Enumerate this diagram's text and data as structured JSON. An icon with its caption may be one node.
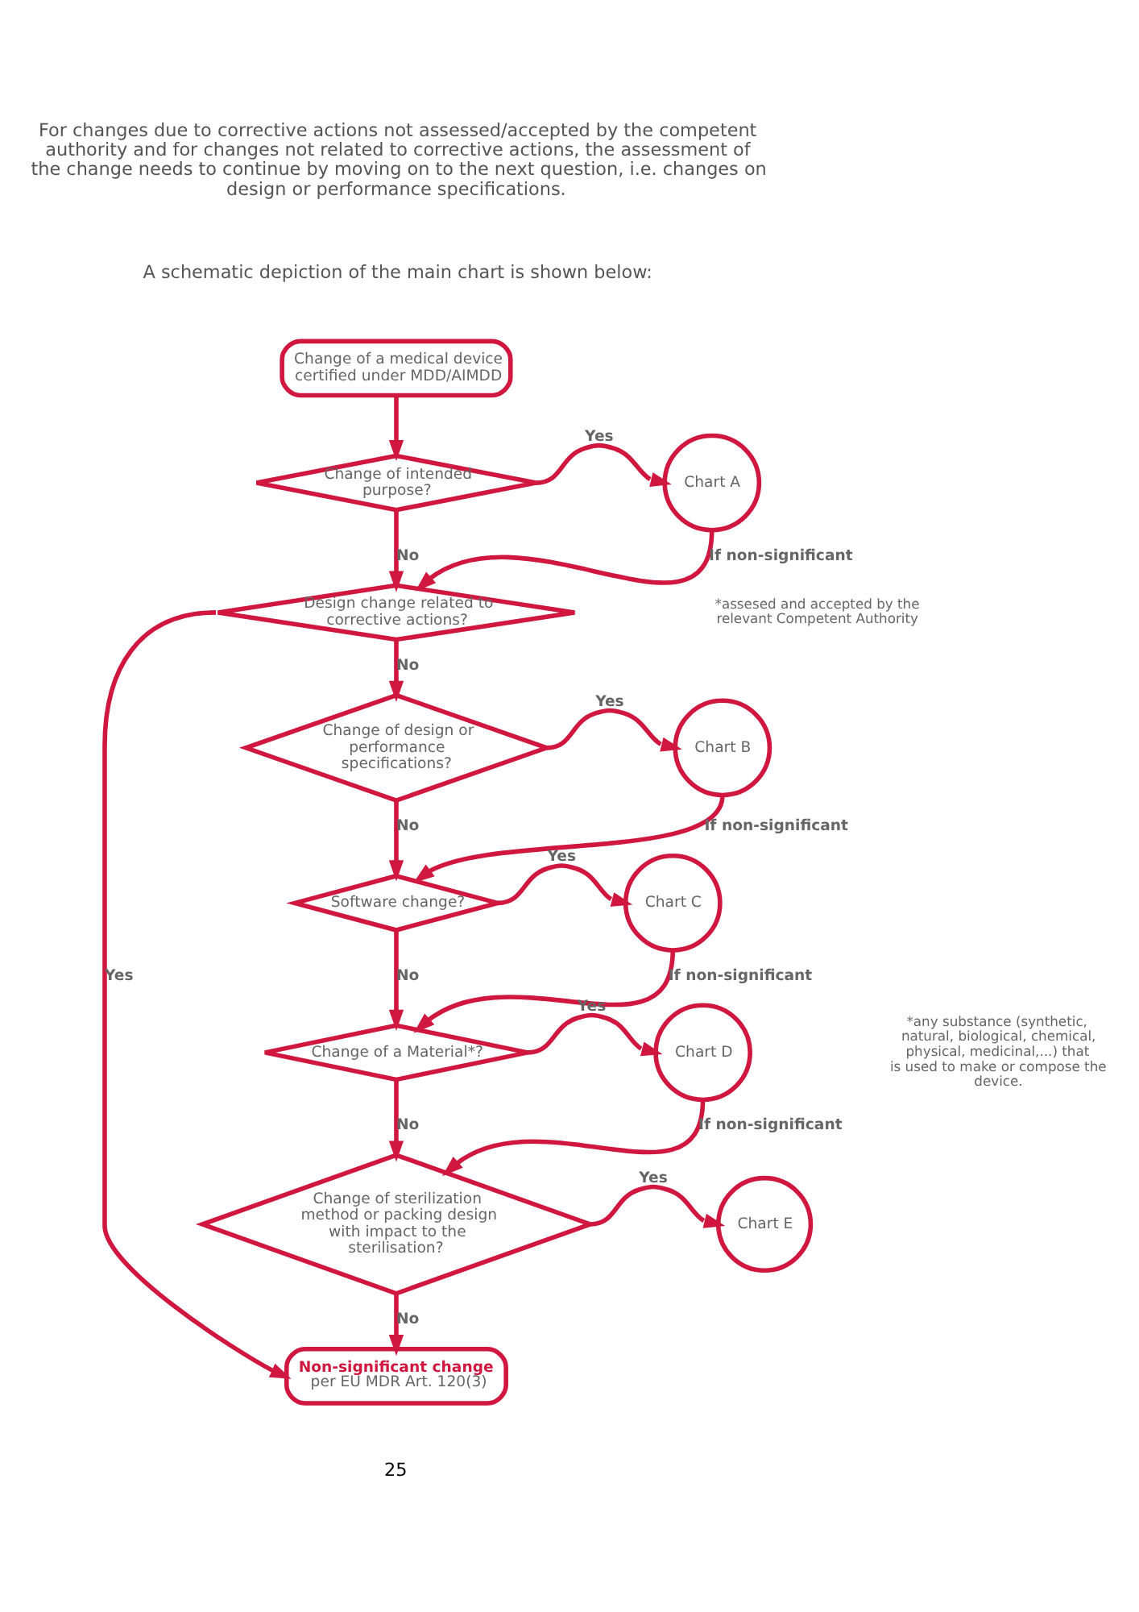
{
  "diagram": {
    "nodes": [
      {
        "text": [
          "Change of a medical device certified under MDD/AIMDD"
        ]
      },
      {
        "text": [
          "Change of intended purpose?"
        ]
      },
      {
        "text": [
          "Chart A"
        ]
      },
      {
        "text": [
          "Design change related to corrective actions?"
        ]
      },
      {
        "text": [
          "Change of design or performance specifications?"
        ]
      },
      {
        "text": [
          "Chart B"
        ]
      },
      {
        "text": [
          "Software change?"
        ]
      },
      {
        "text": [
          "Chart C"
        ]
      },
      {
        "text": [
          "Change of a Material*?"
        ]
      },
      {
        "text": [
          "Chart D"
        ]
      },
      {
        "text": [
          "Change of sterilization method or packing design with impact to the sterilisation?"
        ]
      },
      {
        "text": [
          "Chart E"
        ]
      },
      {
        "text": [
          "Non-significant change",
          "per EU MDR Art. 120(3)"
        ]
      }
    ],
    "edges": [
      {
        "from": 0,
        "to": 1,
        "arrow": "to"
      },
      {
        "from": 1,
        "to": 2,
        "arrow": "to",
        "label": "Yes"
      },
      {
        "from": 1,
        "to": 3,
        "arrow": "to",
        "label": "No"
      },
      {
        "from": 2,
        "to": 3,
        "arrow": "to",
        "label": "If non-significant"
      },
      {
        "from": 3,
        "to": 12,
        "arrow": "to",
        "label": "Yes"
      },
      {
        "from": 3,
        "to": 4,
        "arrow": "to",
        "label": "No"
      },
      {
        "from": 4,
        "to": 5,
        "arrow": "to",
        "label": "Yes"
      },
      {
        "from": 4,
        "to": 6,
        "arrow": "to",
        "label": "No"
      },
      {
        "from": 5,
        "to": 6,
        "arrow": "to",
        "label": "If non-significant"
      },
      {
        "from": 6,
        "to": 7,
        "arrow": "to",
        "label": "Yes"
      },
      {
        "from": 6,
        "to": 8,
        "arrow": "to",
        "label": "No"
      },
      {
        "from": 7,
        "to": 8,
        "arrow": "to",
        "label": "If non-significant"
      },
      {
        "from": 8,
        "to": 9,
        "arrow": "to",
        "label": "Yes"
      },
      {
        "from": 8,
        "to": 10,
        "arrow": "to",
        "label": "No"
      },
      {
        "from": 9,
        "to": 10,
        "arrow": "to",
        "label": "If non-significant"
      },
      {
        "from": 10,
        "to": 11,
        "arrow": "to",
        "label": "Yes"
      },
      {
        "from": 10,
        "to": 12,
        "arrow": "to",
        "label": "No"
      }
    ],
    "labels": [
      "For changes due to corrective actions not assessed/accepted by the competent authority and for changes not related to corrective actions, the assessment of the change needs to continue by moving on to the next question, i.e. changes on design or performance specifications.",
      "A schematic depiction of the main chart is shown below:",
      "*assesed and accepted by the relevant Competent Authority",
      "*any substance (synthetic, natural, biological, chemical, physical, medicinal,...) that is used to make or compose the device.",
      "25"
    ]
  }
}
